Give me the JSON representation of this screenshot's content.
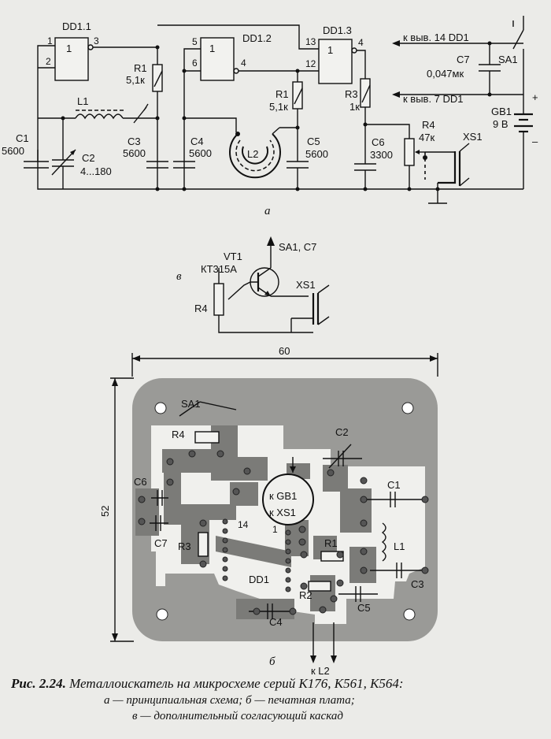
{
  "schematic_a": {
    "chips": {
      "dd1_1": "DD1.1",
      "dd1_2": "DD1.2",
      "dd1_3": "DD1.3"
    },
    "gate_symbol": "1",
    "pins": {
      "p1": "1",
      "p2": "2",
      "p3": "3",
      "p5": "5",
      "p6": "6",
      "p4": "4",
      "p13": "13",
      "p12": "12",
      "p4b": "4"
    },
    "parts": {
      "r1a_name": "R1",
      "r1a_val": "5,1к",
      "r1b_name": "R1",
      "r1b_val": "5,1к",
      "r3_name": "R3",
      "r3_val": "1к",
      "r4_name": "R4",
      "r4_val": "47к",
      "l1": "L1",
      "l2": "L2",
      "c1_name": "C1",
      "c1_val": "5600",
      "c2_name": "C2",
      "c2_val": "4...180",
      "c3_name": "C3",
      "c3_val": "5600",
      "c4_name": "C4",
      "c4_val": "5600",
      "c5_name": "C5",
      "c5_val": "5600",
      "c6_name": "C6",
      "c6_val": "3300",
      "c7_name": "C7",
      "c7_val": "0,047мк",
      "sa1": "SA1",
      "gb1": "GB1",
      "gb1_val": "9 В",
      "xs1": "XS1",
      "plus": "+",
      "minus": "–"
    },
    "notes": {
      "to14": "к выв. 14  DD1",
      "to7": "к выв. 7  DD1"
    },
    "label": "а"
  },
  "schematic_v": {
    "label": "в",
    "vt1": "VT1",
    "vt1_type": "КТ315А",
    "sa1c7": "SA1, C7",
    "r4": "R4",
    "xs1": "XS1"
  },
  "pcb_b": {
    "dim_width": "60",
    "dim_height": "52",
    "labels": {
      "sa1": "SA1",
      "r4": "R4",
      "c2": "C2",
      "c6": "C6",
      "c1": "C1",
      "c7": "C7",
      "pin14": "14",
      "r3": "R3",
      "gb1": "к GB1",
      "xs1": "к XS1",
      "pin1": "1",
      "r1": "R1",
      "l1": "L1",
      "dd1": "DD1",
      "r2": "R2",
      "c3": "C3",
      "c5": "C5",
      "c4": "C4",
      "kl2": "к L2"
    },
    "label": "б"
  },
  "caption": {
    "title_bold": "Рис. 2.24.",
    "title_rest": "Металлоискатель на микросхеме серий К176, К561, К564:",
    "line2": "а — принципиальная схема; б — печатная плата;",
    "line3": "в — дополнительный согласующий каскад"
  }
}
